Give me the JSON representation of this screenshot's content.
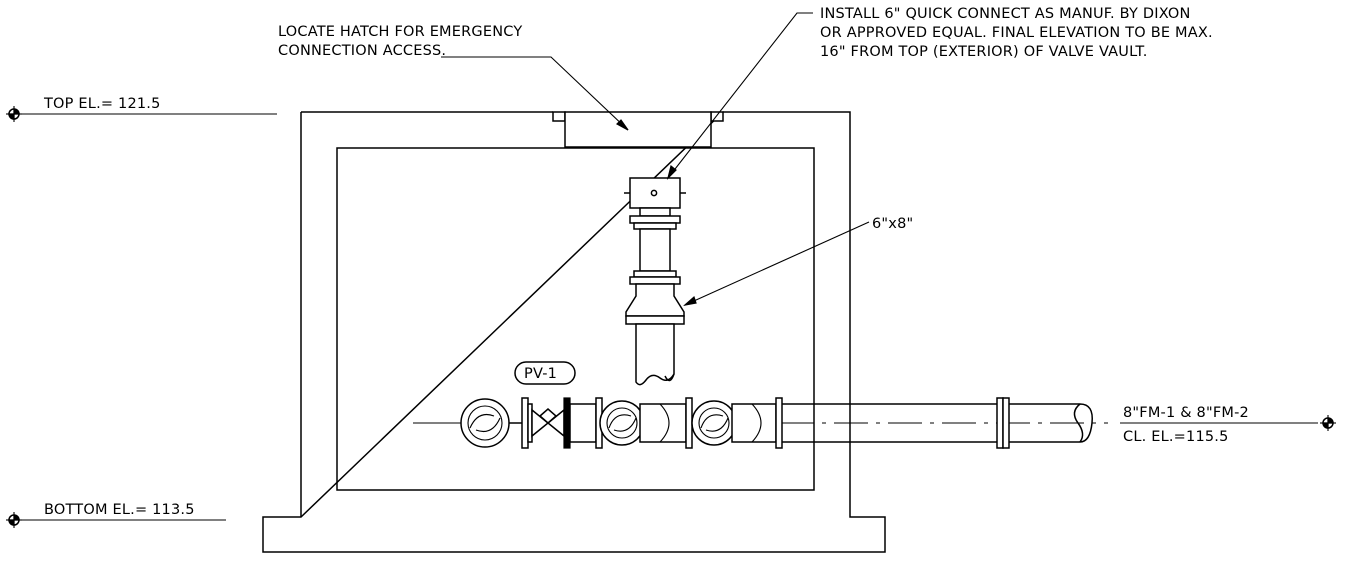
{
  "labels": {
    "hatch_line1": "LOCATE HATCH FOR EMERGENCY",
    "hatch_line2": "CONNECTION ACCESS.",
    "install_line1": "INSTALL 6\" QUICK CONNECT AS MANUF. BY DIXON",
    "install_line2": "OR APPROVED EQUAL. FINAL ELEVATION TO BE MAX.",
    "install_line3": "16\" FROM TOP (EXTERIOR) OF VALVE VAULT.",
    "reducer": "6\"x8\"",
    "valve_tag": "PV-1",
    "top_elevation": "TOP EL.= 121.5",
    "bottom_elevation": "BOTTOM EL.= 113.5",
    "force_main": "8\"FM-1 & 8\"FM-2",
    "centerline_elevation": "CL. EL.=115.5"
  },
  "colors": {
    "ink": "#000000",
    "paper": "#ffffff"
  }
}
